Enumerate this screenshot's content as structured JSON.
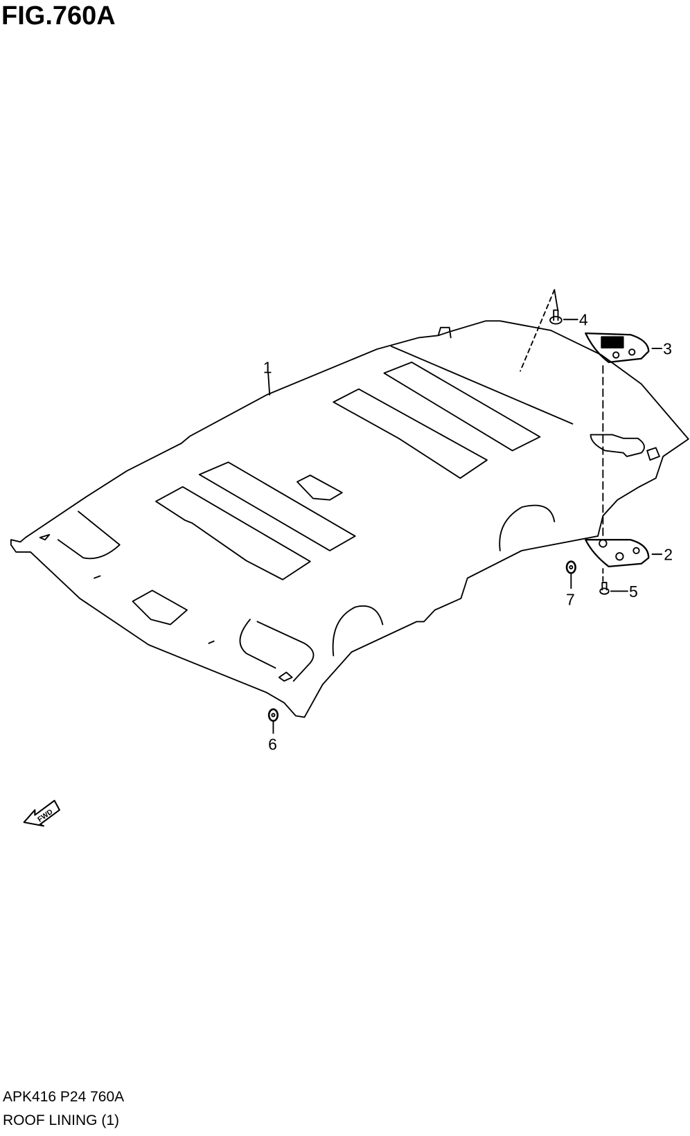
{
  "figure": {
    "title": "FIG.760A",
    "code": "APK416 P24 760A",
    "name": "ROOF LINING (1)"
  },
  "callouts": [
    "1",
    "2",
    "3",
    "4",
    "5",
    "6",
    "7"
  ],
  "direction_badge": "FWD",
  "icons": [
    "fwd-arrow-icon"
  ],
  "colors": {
    "line": "#000000",
    "background": "#ffffff"
  }
}
